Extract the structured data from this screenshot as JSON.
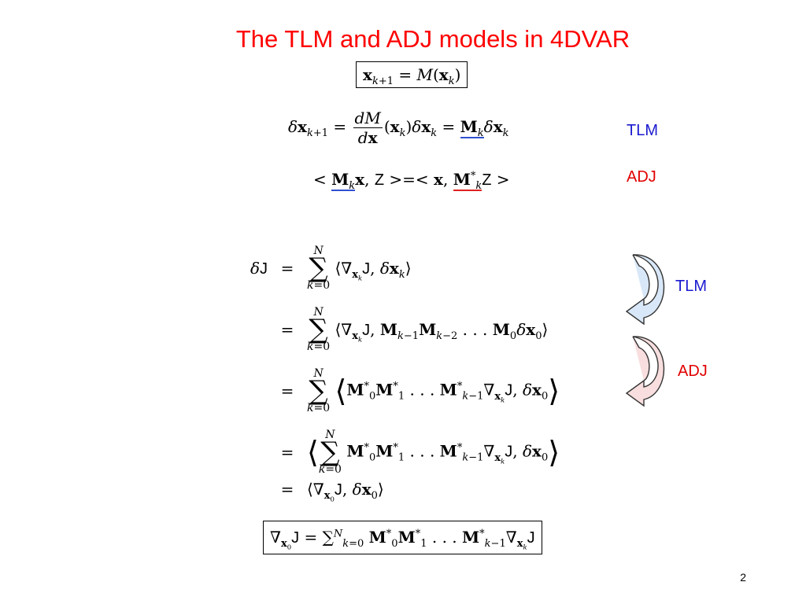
{
  "title": "The TLM and ADJ models in 4DVAR",
  "labels": {
    "tlm_top": "TLM",
    "adj_top": "ADJ",
    "tlm_arrow": "TLM",
    "adj_arrow": "ADJ"
  },
  "colors": {
    "title": "#ff0000",
    "tlm": "#1a1ad0",
    "adj": "#e00000",
    "tlm_arrow_fill": "#d9e8f8",
    "adj_arrow_fill": "#f8dede"
  },
  "page_number": "2",
  "icons": [
    "curved-arrow-down-left-icon",
    "curved-arrow-down-left-icon"
  ]
}
